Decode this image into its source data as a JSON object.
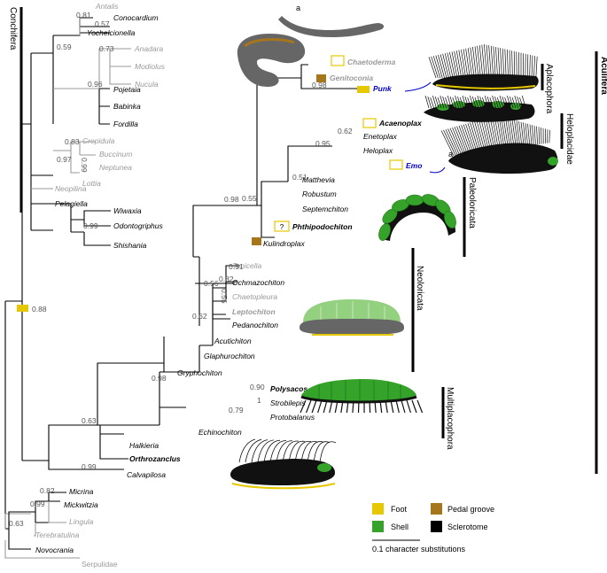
{
  "colors": {
    "branch_dark": "#000000",
    "branch_gray": "#9a9a9a",
    "foot": "#e6c800",
    "pedal_groove": "#a6761d",
    "shell": "#35a22a",
    "shell_light": "#93d07f",
    "sclerotome": "#000000",
    "mollusc_gray": "#666666",
    "highlight_blue": "#0000cc",
    "support_label": "#555555"
  },
  "taxa": {
    "antalis": "Antalis",
    "conocardium": "Conocardium",
    "yochelcionella": "Yochelcionella",
    "anadara": "Anadara",
    "modiolus": "Modiolus",
    "nucula": "Nucula",
    "pojetaia": "Pojetaia",
    "babinka": "Babinka",
    "fordilla": "Fordilla",
    "crepidula": "Crepidula",
    "buccinum": "Buccinum",
    "neptunea": "Neptunea",
    "lottia": "Lottia",
    "neopilina": "Neopilina",
    "pelagiella": "Pelagiella",
    "wiwaxia": "Wiwaxia",
    "odontogriphus": "Odontogriphus",
    "shishania": "Shishania",
    "chaetoderma": "Chaetoderma",
    "genitoconia": "Genitoconia",
    "punk": "Punk",
    "acaenoplax": "Acaenoplax",
    "enetoplax": "Enetoplax",
    "heloplax": "Heloplax",
    "emo": "Emo",
    "matthevia": "Matthevia",
    "robustum": "Robustum",
    "septemchiton": "Septemchiton",
    "phthipodochiton": "Phthipodochiton",
    "kulindroplax": "Kulindroplax",
    "tonicella": "Tonicella",
    "ochmazochiton": "Ochmazochiton",
    "chaetopleura": "Chaetopleura",
    "leptochiton": "Leptochiton",
    "pedanochiton": "Pedanochiton",
    "acutichiton": "Acutichiton",
    "glaphurochiton": "Glaphurochiton",
    "gryphochiton": "Gryphochiton",
    "polysacos": "Polysacos",
    "strobilepis": "Strobilepis",
    "protobalanus": "Protobalanus",
    "echinochiton": "Echinochiton",
    "halkieria": "Halkieria",
    "orthrozanclus": "Orthrozanclus",
    "calvapilosa": "Calvapilosa",
    "micrina": "Micrina",
    "mickwitzia": "Mickwitzia",
    "lingula": "Lingula",
    "terebratulina": "Terebratulina",
    "novocrania": "Novocrania",
    "serpulidae": "Serpulidae"
  },
  "supports": {
    "s081": "0.81",
    "s057": "0.57",
    "s059": "0.59",
    "s073": "0.73",
    "s096": "0.96",
    "s083": "0.83",
    "s099a": "0.99",
    "s097": "0.97",
    "s099b": "0.99",
    "s098a": "0.98",
    "s062a": "0.62",
    "s095": "0.95",
    "s051a": "0.51",
    "s055a": "0.55",
    "s098b": "0.98",
    "s051b": "0.51",
    "s082a": "0.82",
    "s056": "0.56",
    "s055b": "0.55",
    "s062b": "0.62",
    "s098c": "0.98",
    "s090": "0.90",
    "s1": "1",
    "s079": "0.79",
    "s063a": "0.63",
    "s099c": "0.99",
    "s088": "0.88",
    "s082b": "0.82",
    "s099d": "0.99",
    "s063b": "0.63"
  },
  "markers": {
    "phthipodochiton_q": "?",
    "specimen_a1": "a",
    "specimen_a2": "a"
  },
  "clades": {
    "conchifera": "Conchifera",
    "aculifera": "Aculifera",
    "aplacophora": "Aplacophora",
    "heloplacidae": "Heloplacidae",
    "paleoloricata": "Paleoloricata",
    "neoloricata": "Neoloricata",
    "multiplacophora": "Multiplacophora"
  },
  "legend": {
    "foot": "Foot",
    "pedal_groove": "Pedal groove",
    "shell": "Shell",
    "sclerotome": "Sclerotome",
    "scale": "0.1 character substitutions"
  }
}
